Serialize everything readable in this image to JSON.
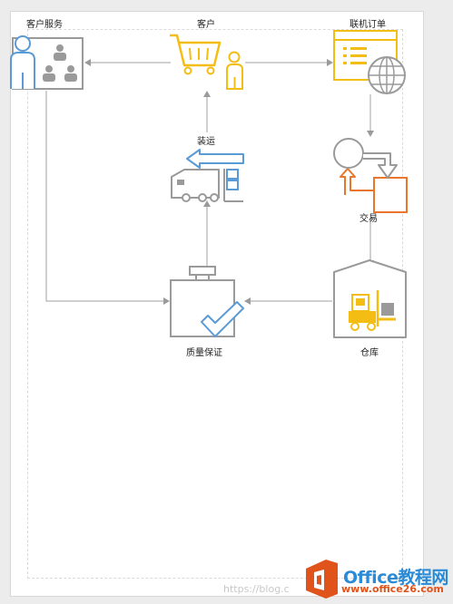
{
  "diagram": {
    "nodes": {
      "customer_service": "客户服务",
      "customer": "客户",
      "online_order": "联机订单",
      "shipping": "装运",
      "transaction": "交易",
      "quality_assurance": "质量保证",
      "warehouse": "仓库"
    }
  },
  "watermark": {
    "brand": "Office教程网",
    "url": "www.office26.com",
    "faint_url": "https://blog.c"
  },
  "colors": {
    "gray": "#9a9a9a",
    "yellow": "#f4bd14",
    "blue": "#5b9bd5",
    "orange": "#e8762c",
    "arrow": "#a0a0a0",
    "office_orange": "#e0531b"
  }
}
